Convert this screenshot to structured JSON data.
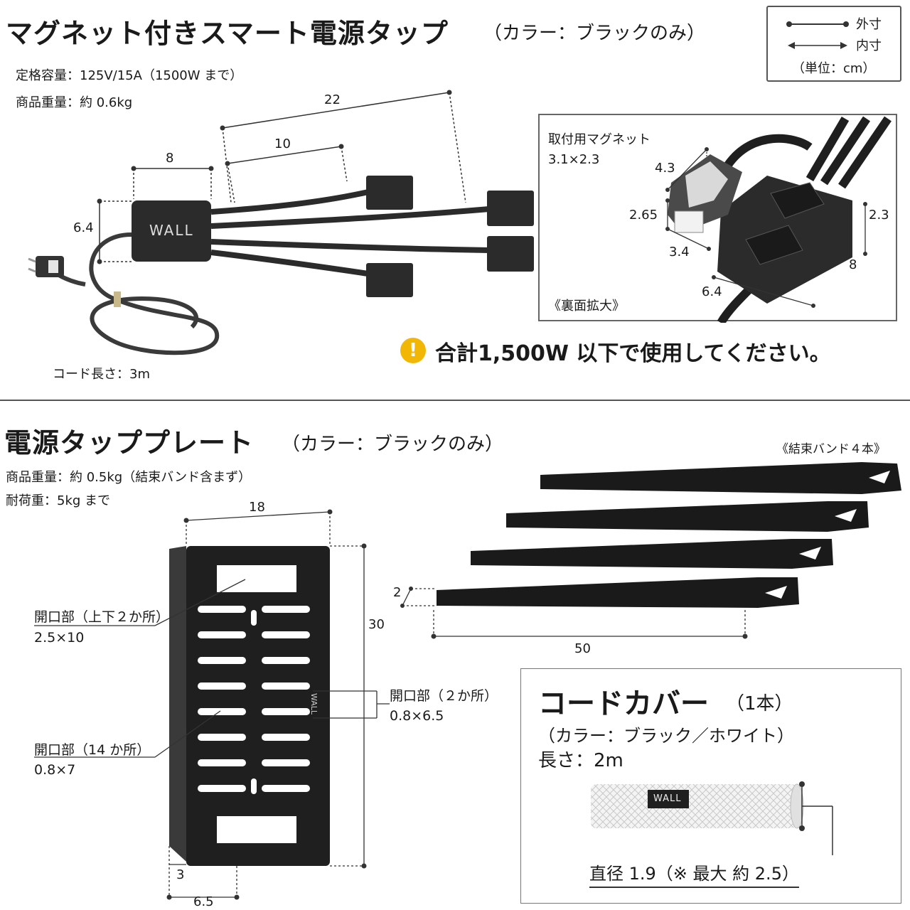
{
  "section1": {
    "title": "マグネット付きスマート電源タップ",
    "title_note": "（カラー：ブラックのみ）",
    "spec_capacity": "定格容量：125V/15A（1500W まで）",
    "spec_weight": "商品重量：約 0.6kg",
    "cord_length": "コード長さ：3m",
    "dim_body_width": "8",
    "dim_body_height": "6.4",
    "dim_short_cable": "10",
    "dim_long_cable": "22",
    "logo": "WALL"
  },
  "legend": {
    "outer": "外寸",
    "inner": "内寸",
    "unit": "（単位：cm）"
  },
  "inset": {
    "magnet_label": "取付用マグネット",
    "magnet_size": "3.1×2.3",
    "dim_a": "4.3",
    "dim_b": "2.65",
    "dim_c": "3.4",
    "dim_d": "2.3",
    "dim_e": "8",
    "dim_f": "6.4",
    "caption": "《裏面拡大》"
  },
  "warning": {
    "icon": "!",
    "text": "合計1,500W 以下で使用してください。"
  },
  "section2": {
    "title": "電源タッププレート",
    "title_note": "（カラー：ブラックのみ）",
    "spec_weight": "商品重量：約 0.5kg（結束バンド含まず）",
    "spec_load": "耐荷重：5kg まで",
    "dim_width": "18",
    "dim_height": "30",
    "dim_flange": "3",
    "dim_bottom": "6.5",
    "opening1_label": "開口部（上下２か所）",
    "opening1_size": "2.5×10",
    "opening2_label": "開口部（14 か所）",
    "opening2_size": "0.8×7",
    "opening3_label": "開口部（２か所）",
    "opening3_size": "0.8×6.5",
    "plate_logo": "WALL"
  },
  "bands": {
    "label": "《結束バンド４本》",
    "dim_width": "2",
    "dim_length": "50"
  },
  "cover": {
    "title": "コードカバー",
    "count": "（1本）",
    "color": "（カラー：ブラック／ホワイト）",
    "length": "長さ：2m",
    "diameter": "直径 1.9（※ 最大 約 2.5）",
    "logo": "WALL"
  },
  "colors": {
    "product": "#2b2b2b",
    "warning": "#f2b705",
    "line": "#333333"
  }
}
